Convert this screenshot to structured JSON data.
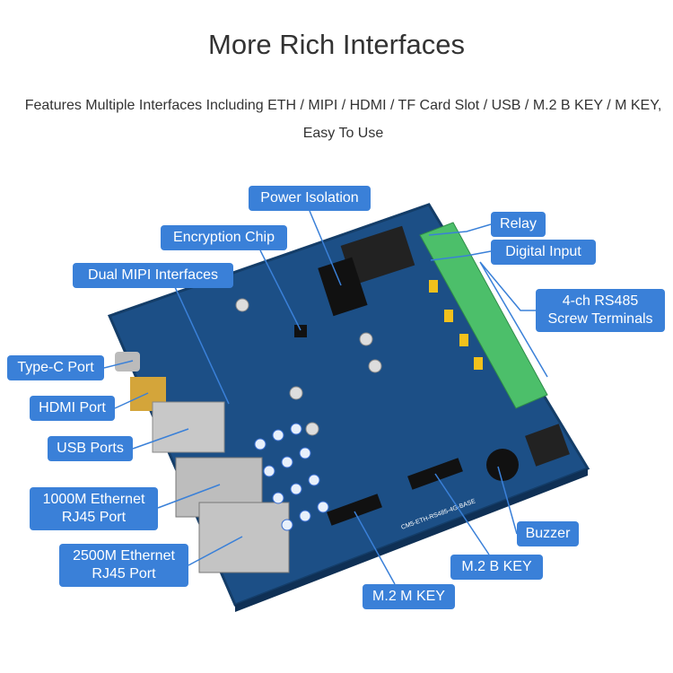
{
  "title": "More Rich Interfaces",
  "subtitle": "Features Multiple Interfaces Including ETH / MIPI / HDMI / TF Card Slot / USB / M.2 B KEY / M KEY, Easy To Use",
  "board_silkscreen": "CM5-ETH-RS485-4G-BASE",
  "labels": {
    "power_isolation": "Power Isolation",
    "encryption_chip": "Encryption Chip",
    "dual_mipi": "Dual MIPI Interfaces",
    "relay": "Relay",
    "digital_input": "Digital Input",
    "rs485": "4-ch RS485 Screw Terminals",
    "type_c": "Type-C Port",
    "hdmi": "HDMI Port",
    "usb": "USB Ports",
    "eth1000": "1000M Ethernet RJ45 Port",
    "eth2500": "2500M Ethernet RJ45 Port",
    "buzzer": "Buzzer",
    "m2b": "M.2 B KEY",
    "m2m": "M.2 M KEY"
  },
  "colors": {
    "label": "#3a80d8",
    "board": "#1c4f86",
    "terminal": "#4cbf6a"
  }
}
